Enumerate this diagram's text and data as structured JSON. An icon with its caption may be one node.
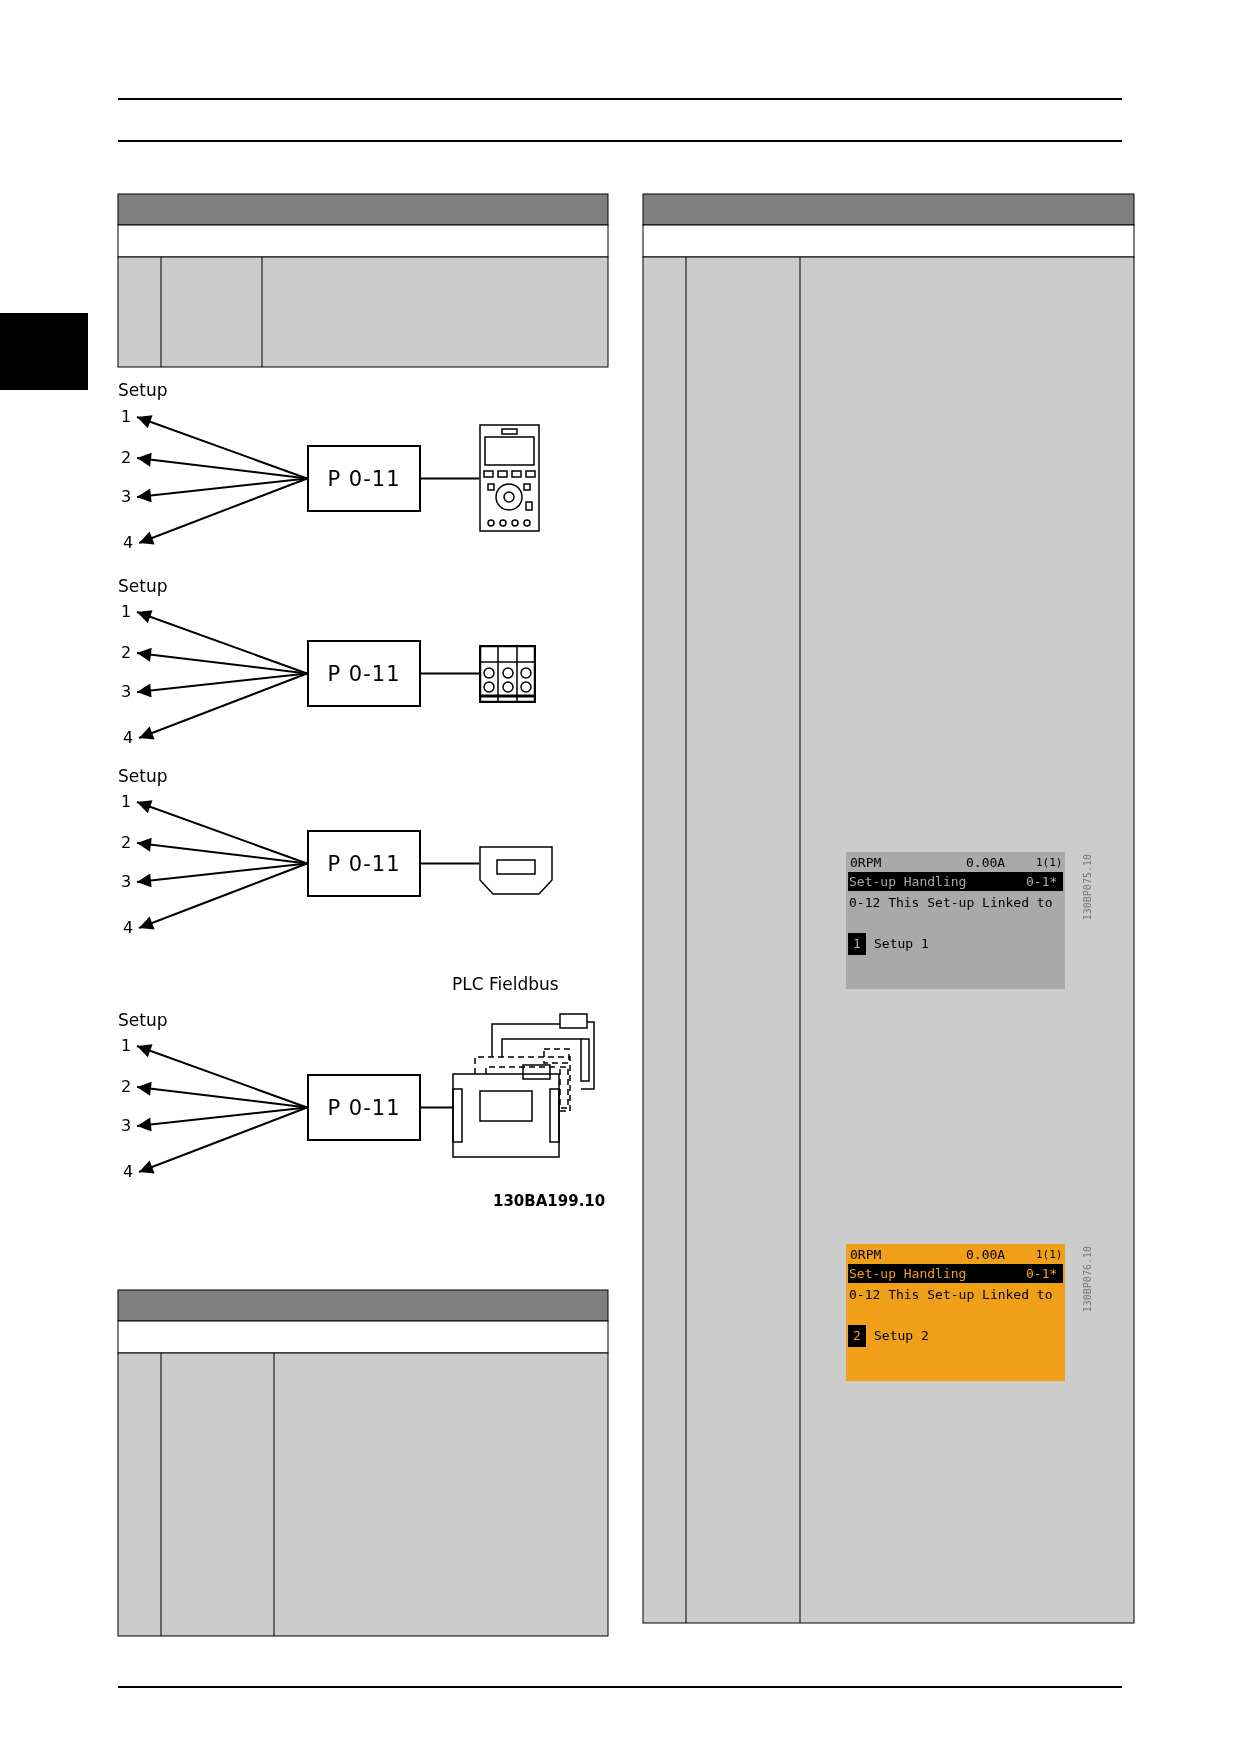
{
  "diagram": {
    "nodes": [
      {
        "text": [
          "1"
        ]
      },
      {
        "text": [
          "2"
        ]
      },
      {
        "text": [
          "3"
        ]
      },
      {
        "text": [
          "4"
        ]
      },
      {
        "text": [
          "P 0-11"
        ]
      },
      {
        "text": [],
        "shape": "picture"
      },
      {
        "text": [
          "1"
        ]
      },
      {
        "text": [
          "2"
        ]
      },
      {
        "text": [
          "3"
        ]
      },
      {
        "text": [
          "4"
        ]
      },
      {
        "text": [
          "P 0-11"
        ]
      },
      {
        "text": [],
        "shape": "picture"
      },
      {
        "text": [
          "1"
        ]
      },
      {
        "text": [
          "2"
        ]
      },
      {
        "text": [
          "3"
        ]
      },
      {
        "text": [
          "4"
        ]
      },
      {
        "text": [
          "P 0-11"
        ]
      },
      {
        "text": [],
        "shape": "picture"
      },
      {
        "text": [
          "1"
        ]
      },
      {
        "text": [
          "2"
        ]
      },
      {
        "text": [
          "3"
        ]
      },
      {
        "text": [
          "4"
        ]
      },
      {
        "text": [
          "P 0-11"
        ]
      },
      {
        "text": [],
        "shape": "picture"
      },
      {
        "text": [
          "0RPM",
          "0.00A",
          "1(1)",
          "Set-up Handling",
          "0-1*",
          "0-12 This Set-up Linked to",
          "1",
          "Setup 1"
        ],
        "beside": [
          "130BP075.10"
        ]
      },
      {
        "text": [
          "0RPM",
          "0.00A",
          "1(1)",
          "Set-up Handling",
          "0-1*",
          "0-12 This Set-up Linked to",
          "2",
          "Setup 2"
        ],
        "beside": [
          "130BP076.10"
        ]
      }
    ],
    "edges": [
      {
        "from": 4,
        "to": 0,
        "arrow": "to"
      },
      {
        "from": 4,
        "to": 1,
        "arrow": "to"
      },
      {
        "from": 4,
        "to": 2,
        "arrow": "to"
      },
      {
        "from": 4,
        "to": 3,
        "arrow": "to"
      },
      {
        "from": 4,
        "to": 5,
        "arrow": "none"
      },
      {
        "from": 10,
        "to": 6,
        "arrow": "to"
      },
      {
        "from": 10,
        "to": 7,
        "arrow": "to"
      },
      {
        "from": 10,
        "to": 8,
        "arrow": "to"
      },
      {
        "from": 10,
        "to": 9,
        "arrow": "to"
      },
      {
        "from": 10,
        "to": 11,
        "arrow": "none"
      },
      {
        "from": 16,
        "to": 12,
        "arrow": "to"
      },
      {
        "from": 16,
        "to": 13,
        "arrow": "to"
      },
      {
        "from": 16,
        "to": 14,
        "arrow": "to"
      },
      {
        "from": 16,
        "to": 15,
        "arrow": "to"
      },
      {
        "from": 16,
        "to": 17,
        "arrow": "none"
      },
      {
        "from": 22,
        "to": 18,
        "arrow": "to"
      },
      {
        "from": 22,
        "to": 19,
        "arrow": "to"
      },
      {
        "from": 22,
        "to": 20,
        "arrow": "to"
      },
      {
        "from": 22,
        "to": 21,
        "arrow": "to"
      },
      {
        "from": 22,
        "to": 23,
        "arrow": "none"
      }
    ],
    "labels": [
      "Setup",
      "Setup",
      "Setup",
      "PLC Fieldbus",
      "Setup",
      "130BA199.10"
    ]
  }
}
